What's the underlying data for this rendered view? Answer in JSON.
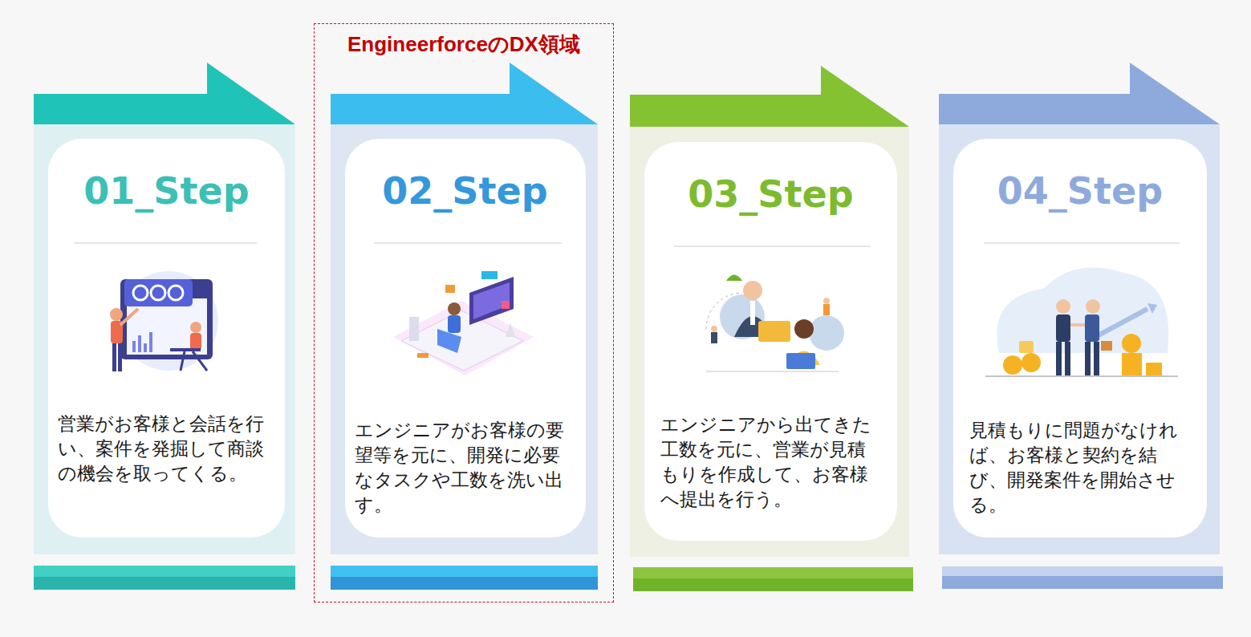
{
  "diagram": {
    "nodes": [
      {
        "text": [
          "01_Step",
          "営業がお客様と会話を行い、案件を発掘して商談の機会を取ってくる。"
        ]
      },
      {
        "text": [
          "EngineerforceのDX領域"
        ]
      },
      {
        "text": [
          "02_Step",
          "エンジニアがお客様の要望等を元に、開発に必要なタスクや工数を洗い出す。"
        ],
        "in": 1
      },
      {
        "text": [
          "03_Step",
          "エンジニアから出てきた工数を元に、営業が見積もりを作成して、お客様へ提出を行う。"
        ]
      },
      {
        "text": [
          "04_Step",
          "見積もりに問題がなければ、お客様と契約を結び、開発案件を開始させる。"
        ]
      }
    ]
  }
}
